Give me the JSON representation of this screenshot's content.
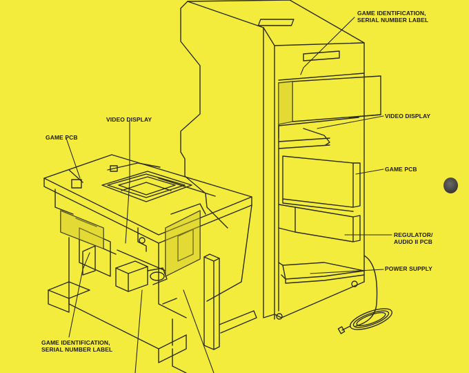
{
  "colors": {
    "background": "#f4ec3c",
    "line": "#2a2a18",
    "panel_shadow": "#cfc52c",
    "hole": "#4a4a48"
  },
  "labels": {
    "upright_serial": "GAME IDENTIFICATION,\nSERIAL NUMBER LABEL",
    "upright_video": "VIDEO DISPLAY",
    "upright_pcb": "GAME PCB",
    "upright_regulator": "REGULATOR/\nAUDIO II PCB",
    "upright_power": "POWER SUPPLY",
    "cocktail_pcb": "GAME PCB",
    "cocktail_video": "VIDEO DISPLAY",
    "cocktail_serial": "GAME IDENTIFICATION,\nSERIAL NUMBER LABEL"
  }
}
